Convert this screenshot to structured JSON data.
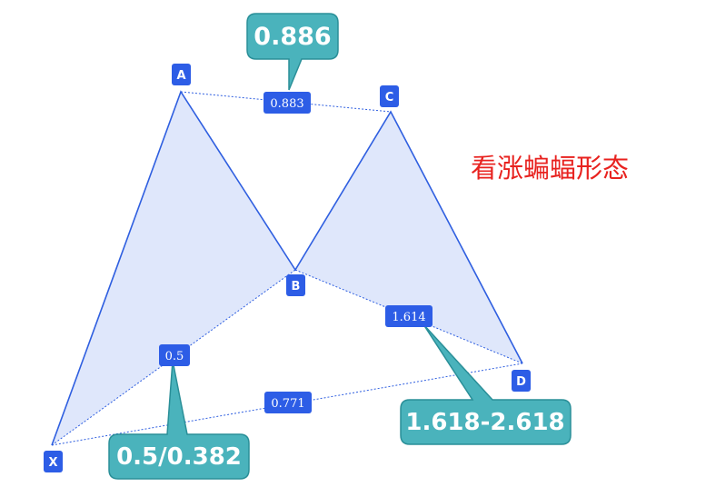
{
  "title": "看涨蝙蝠形态",
  "points": {
    "X": {
      "label": "X"
    },
    "A": {
      "label": "A"
    },
    "B": {
      "label": "B"
    },
    "C": {
      "label": "C"
    },
    "D": {
      "label": "D"
    }
  },
  "ratios": {
    "xb": "0.5",
    "ac": "0.883",
    "bd": "1.614",
    "xd": "0.771"
  },
  "callouts": {
    "top": "0.886",
    "bottom_left": "0.5/0.382",
    "bottom_right": "1.618-2.618"
  },
  "colors": {
    "line": "#2f5fe0",
    "fill": "#dfe7fb",
    "point_box": "#2d5de6",
    "ratio_box": "#2d5de6",
    "callout": "#4ab3bc",
    "callout_border": "#2a8f98",
    "title": "#e8221f"
  }
}
